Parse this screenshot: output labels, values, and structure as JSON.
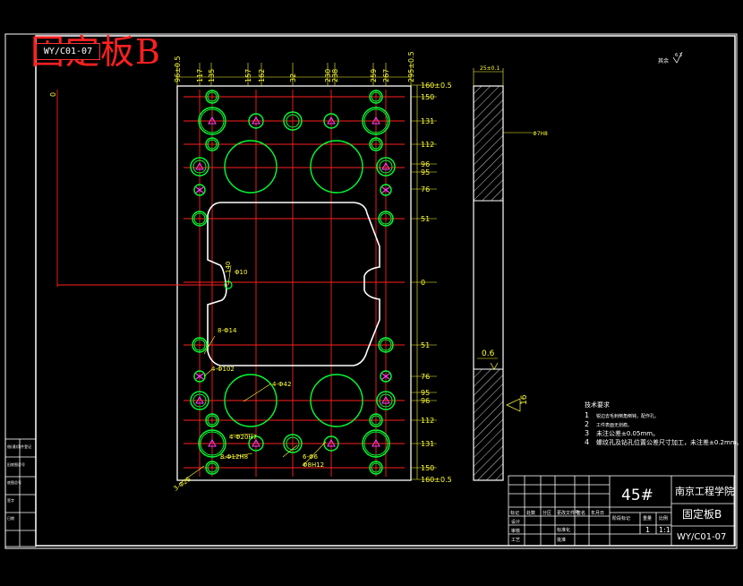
{
  "title": "固定板B",
  "drawing_code": "WY/C01-07",
  "roughness_label": "其余",
  "roughness_value": "6.3",
  "top_dims": [
    {
      "value": "96±0.5",
      "pos": 198
    },
    {
      "value": "117",
      "pos": 223
    },
    {
      "value": "135",
      "pos": 236
    },
    {
      "value": "157",
      "pos": 277
    },
    {
      "value": "162",
      "pos": 292
    },
    {
      "value": "32",
      "pos": 327
    },
    {
      "value": "230",
      "pos": 366
    },
    {
      "value": "238",
      "pos": 374
    },
    {
      "value": "259",
      "pos": 417
    },
    {
      "value": "267",
      "pos": 431
    },
    {
      "value": "295±0.5",
      "pos": 459
    }
  ],
  "right_dims": [
    {
      "value": "160±0.5",
      "pos": 95
    },
    {
      "value": "150",
      "pos": 108
    },
    {
      "value": "131",
      "pos": 135
    },
    {
      "value": "112",
      "pos": 161
    },
    {
      "value": "96",
      "pos": 183
    },
    {
      "value": "95",
      "pos": 192
    },
    {
      "value": "76",
      "pos": 211
    },
    {
      "value": "51",
      "pos": 244
    },
    {
      "value": "0",
      "pos": 315
    },
    {
      "value": "51",
      "pos": 385
    },
    {
      "value": "76",
      "pos": 420
    },
    {
      "value": "95",
      "pos": 438
    },
    {
      "value": "96",
      "pos": 447
    },
    {
      "value": "112",
      "pos": 469
    },
    {
      "value": "131",
      "pos": 495
    },
    {
      "value": "150",
      "pos": 522
    },
    {
      "value": "160±0.5",
      "pos": 535
    }
  ],
  "left_zero": "0",
  "hole_labels": {
    "center": "Φ10",
    "center_depth": "140",
    "h1": "8-Φ14",
    "h2": "4-Φ102",
    "h3": "4-Φ42",
    "h4": "4-Φ20H7",
    "h5": "8-Φ12H8",
    "h6": "6-Φ6",
    "h7": "Φ8H12",
    "h8": "3-Φ26"
  },
  "section": {
    "top_dim": "25±0.1",
    "side_note": "Φ7H8",
    "chamfer": "0.6",
    "thickness": "16"
  },
  "tech_notes": {
    "heading": "技术要求",
    "items": [
      {
        "num": "1",
        "text": "锐边去毛刺倒角倒钝，配作孔。"
      },
      {
        "num": "2",
        "text": "工件表面无划痕。"
      },
      {
        "num": "3",
        "text": "未注公差±0.05mm。"
      },
      {
        "num": "4",
        "text": "螺纹孔及钻孔位置公差尺寸加工，未注差±0.2mm。"
      }
    ]
  },
  "title_block": {
    "material": "45#",
    "school": "南京工程学院",
    "part_name": "固定板B",
    "code": "WY/C01-07",
    "qty": "1",
    "scale": "1:1",
    "row_headers": [
      "标记",
      "处数",
      "分区",
      "更改文件号",
      "签名",
      "年月日"
    ],
    "stage_headers": [
      "阶段标记",
      "重量",
      "比例"
    ],
    "role_rows": [
      "设计",
      "审核",
      "工艺"
    ],
    "std_label": "标准化",
    "approve_label": "批准"
  },
  "side_strip": [
    "借(通)用件登记",
    "旧底图总号",
    "底图总号",
    "签字",
    "日期"
  ],
  "colors": {
    "background": "#000000",
    "frame": "#ffffff",
    "hole": "#00ff33",
    "center_line": "#ff2020",
    "dimension": "#ffff33",
    "text": "#ffffff",
    "marker": "#ff40ff"
  }
}
